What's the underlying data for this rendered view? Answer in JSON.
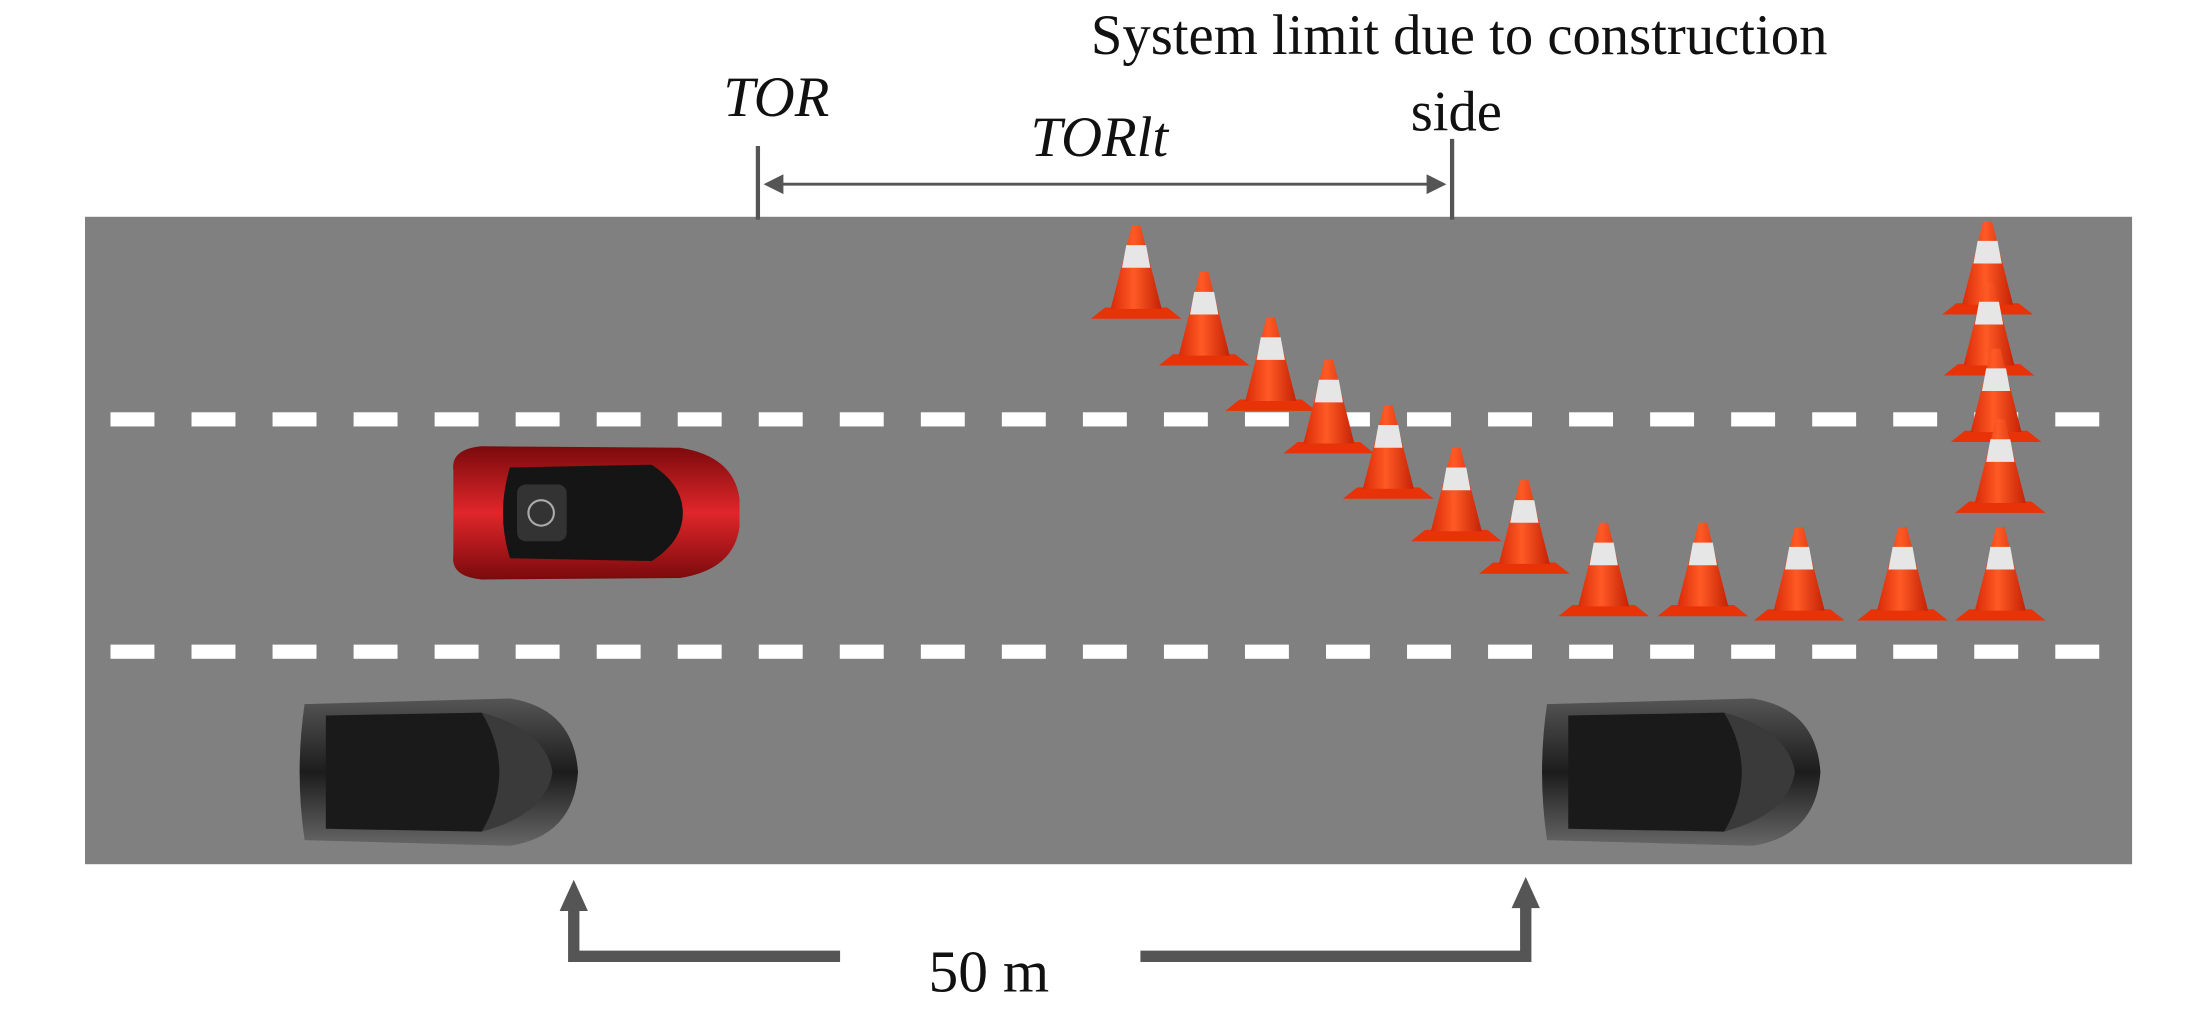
{
  "labels": {
    "system_limit_line1": "System limit due to construction",
    "system_limit_line2": "side",
    "tor": "TOR",
    "torlt": "TORlt",
    "distance": "50 m"
  },
  "colors": {
    "road": "#808080",
    "lane_marking": "#ffffff",
    "cone": "#ff3b10",
    "cone_stripe": "#e8e8e8",
    "red_car": "#c8141a",
    "black_car": "#2a2a2a",
    "arrow": "#555555"
  }
}
